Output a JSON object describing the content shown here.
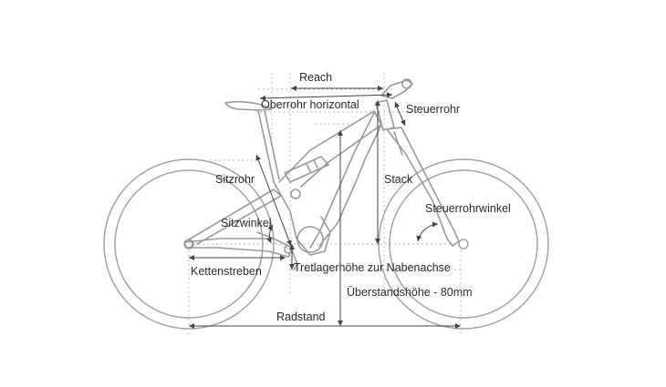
{
  "labels": {
    "reach": "Reach",
    "oberrohr": "Oberrohr horizontal",
    "steuerrohr": "Steuerrohr",
    "sitzrohr": "Sitzrohr",
    "stack": "Stack",
    "steuerrohrwinkel": "Steuerrohrwinkel",
    "sitzwinkel": "Sitzwinkel",
    "kettenstreben": "Kettenstreben",
    "tretlager": "Tretlagerhöhe zur Nabenachse",
    "ueberstand": "Überstandshöhe - 80mm",
    "radstand": "Radstand"
  },
  "colors": {
    "frame": "#9a9a9a",
    "dimension": "#444444",
    "guide": "#b5b5b5",
    "text": "#2b2b2b"
  }
}
